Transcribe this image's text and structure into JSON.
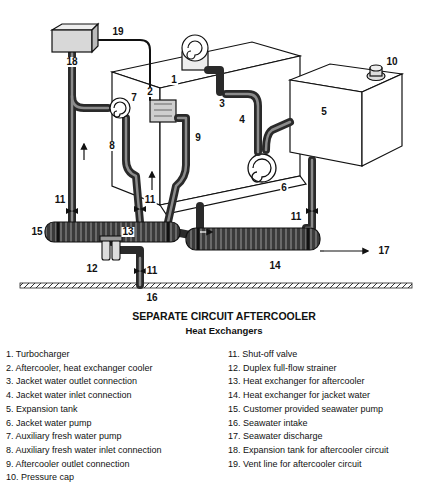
{
  "diagram": {
    "title": "SEPARATE CIRCUIT AFTERCOOLER",
    "labels": [
      "Heat Exchangers",
      "18",
      "19",
      "1",
      "2",
      "7",
      "8",
      "9",
      "3",
      "4",
      "5",
      "10",
      "6",
      "11",
      "11",
      "11",
      "15",
      "13",
      "12",
      "11",
      "16",
      "14",
      "17",
      "1. Turbocharger",
      "2. Aftercooler, heat exchanger cooler",
      "3. Jacket water outlet connection",
      "4. Jacket water inlet connection",
      "5. Expansion tank",
      "6. Jacket water pump",
      "7. Auxiliary fresh water pump",
      "8. Auxiliary fresh water inlet connection",
      "9. Aftercooler outlet connection",
      "10. Pressure cap",
      "11. Shut-off valve",
      "12. Duplex full-flow strainer",
      "13. Heat exchanger for aftercooler",
      "14. Heat exchanger for jacket water",
      "15. Customer provided seawater pump",
      "16. Seawater intake",
      "17. Seawater discharge",
      "18. Expansion tank for aftercooler circuit",
      "19. Vent line for aftercooler circuit"
    ]
  }
}
